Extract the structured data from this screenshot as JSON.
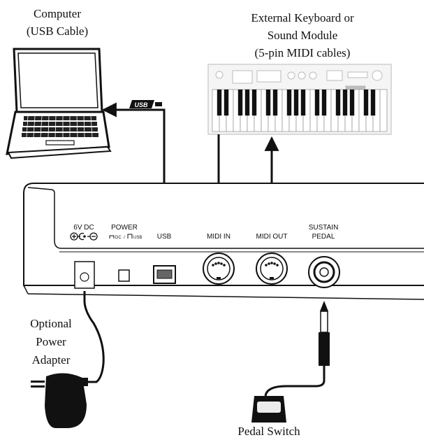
{
  "labels": {
    "computer": [
      "Computer",
      "(USB Cable)"
    ],
    "keyboard": [
      "External Keyboard or",
      "Sound Module",
      "(5-pin MIDI cables)"
    ],
    "adapter": [
      "Optional",
      "Power",
      "Adapter"
    ],
    "pedal": "Pedal Switch",
    "usb_tag": "USB"
  },
  "ports": {
    "dc": "6V DC",
    "power": "POWER",
    "power_sub_dc": "DC",
    "power_sub_usb": "USB",
    "usb": "USB",
    "midi_in": "MIDI IN",
    "midi_out": "MIDI OUT",
    "sustain_1": "SUSTAIN",
    "sustain_2": "PEDAL"
  },
  "colors": {
    "ink": "#111111",
    "panel": "#ffffff",
    "keyboard_fill": "#f4f4f4"
  }
}
